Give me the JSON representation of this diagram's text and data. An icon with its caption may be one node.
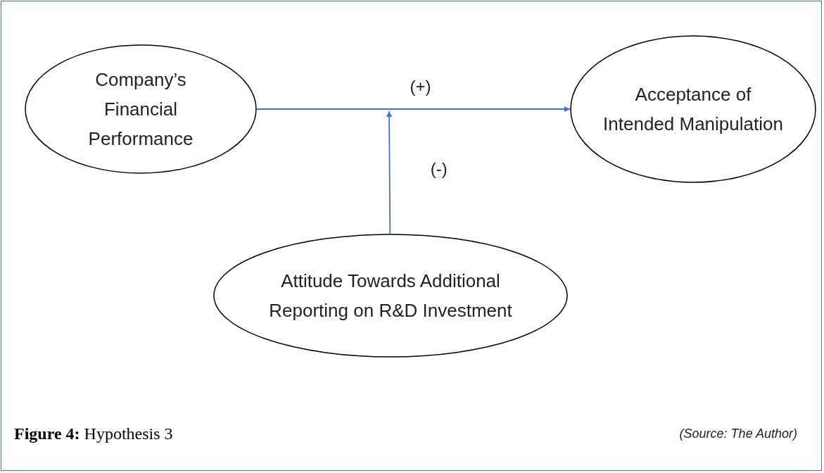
{
  "diagram": {
    "caption": "**Figure 4:** Hypothesis 3",
    "nodes": [
      {
        "text": [
          "Company’s Financial Performance"
        ]
      },
      {
        "text": [
          "Acceptance of Intended Manipulation"
        ]
      },
      {
        "text": [
          "Attitude Towards Additional Reporting on R&D Investment"
        ]
      }
    ],
    "edges": [
      {
        "from": 0,
        "to": 1,
        "arrow": "to",
        "label": "(+)"
      },
      {
        "from": 2,
        "to": null,
        "arrow": "to",
        "label": "(-)"
      }
    ],
    "labels": [
      "(Source: The Author)"
    ]
  }
}
